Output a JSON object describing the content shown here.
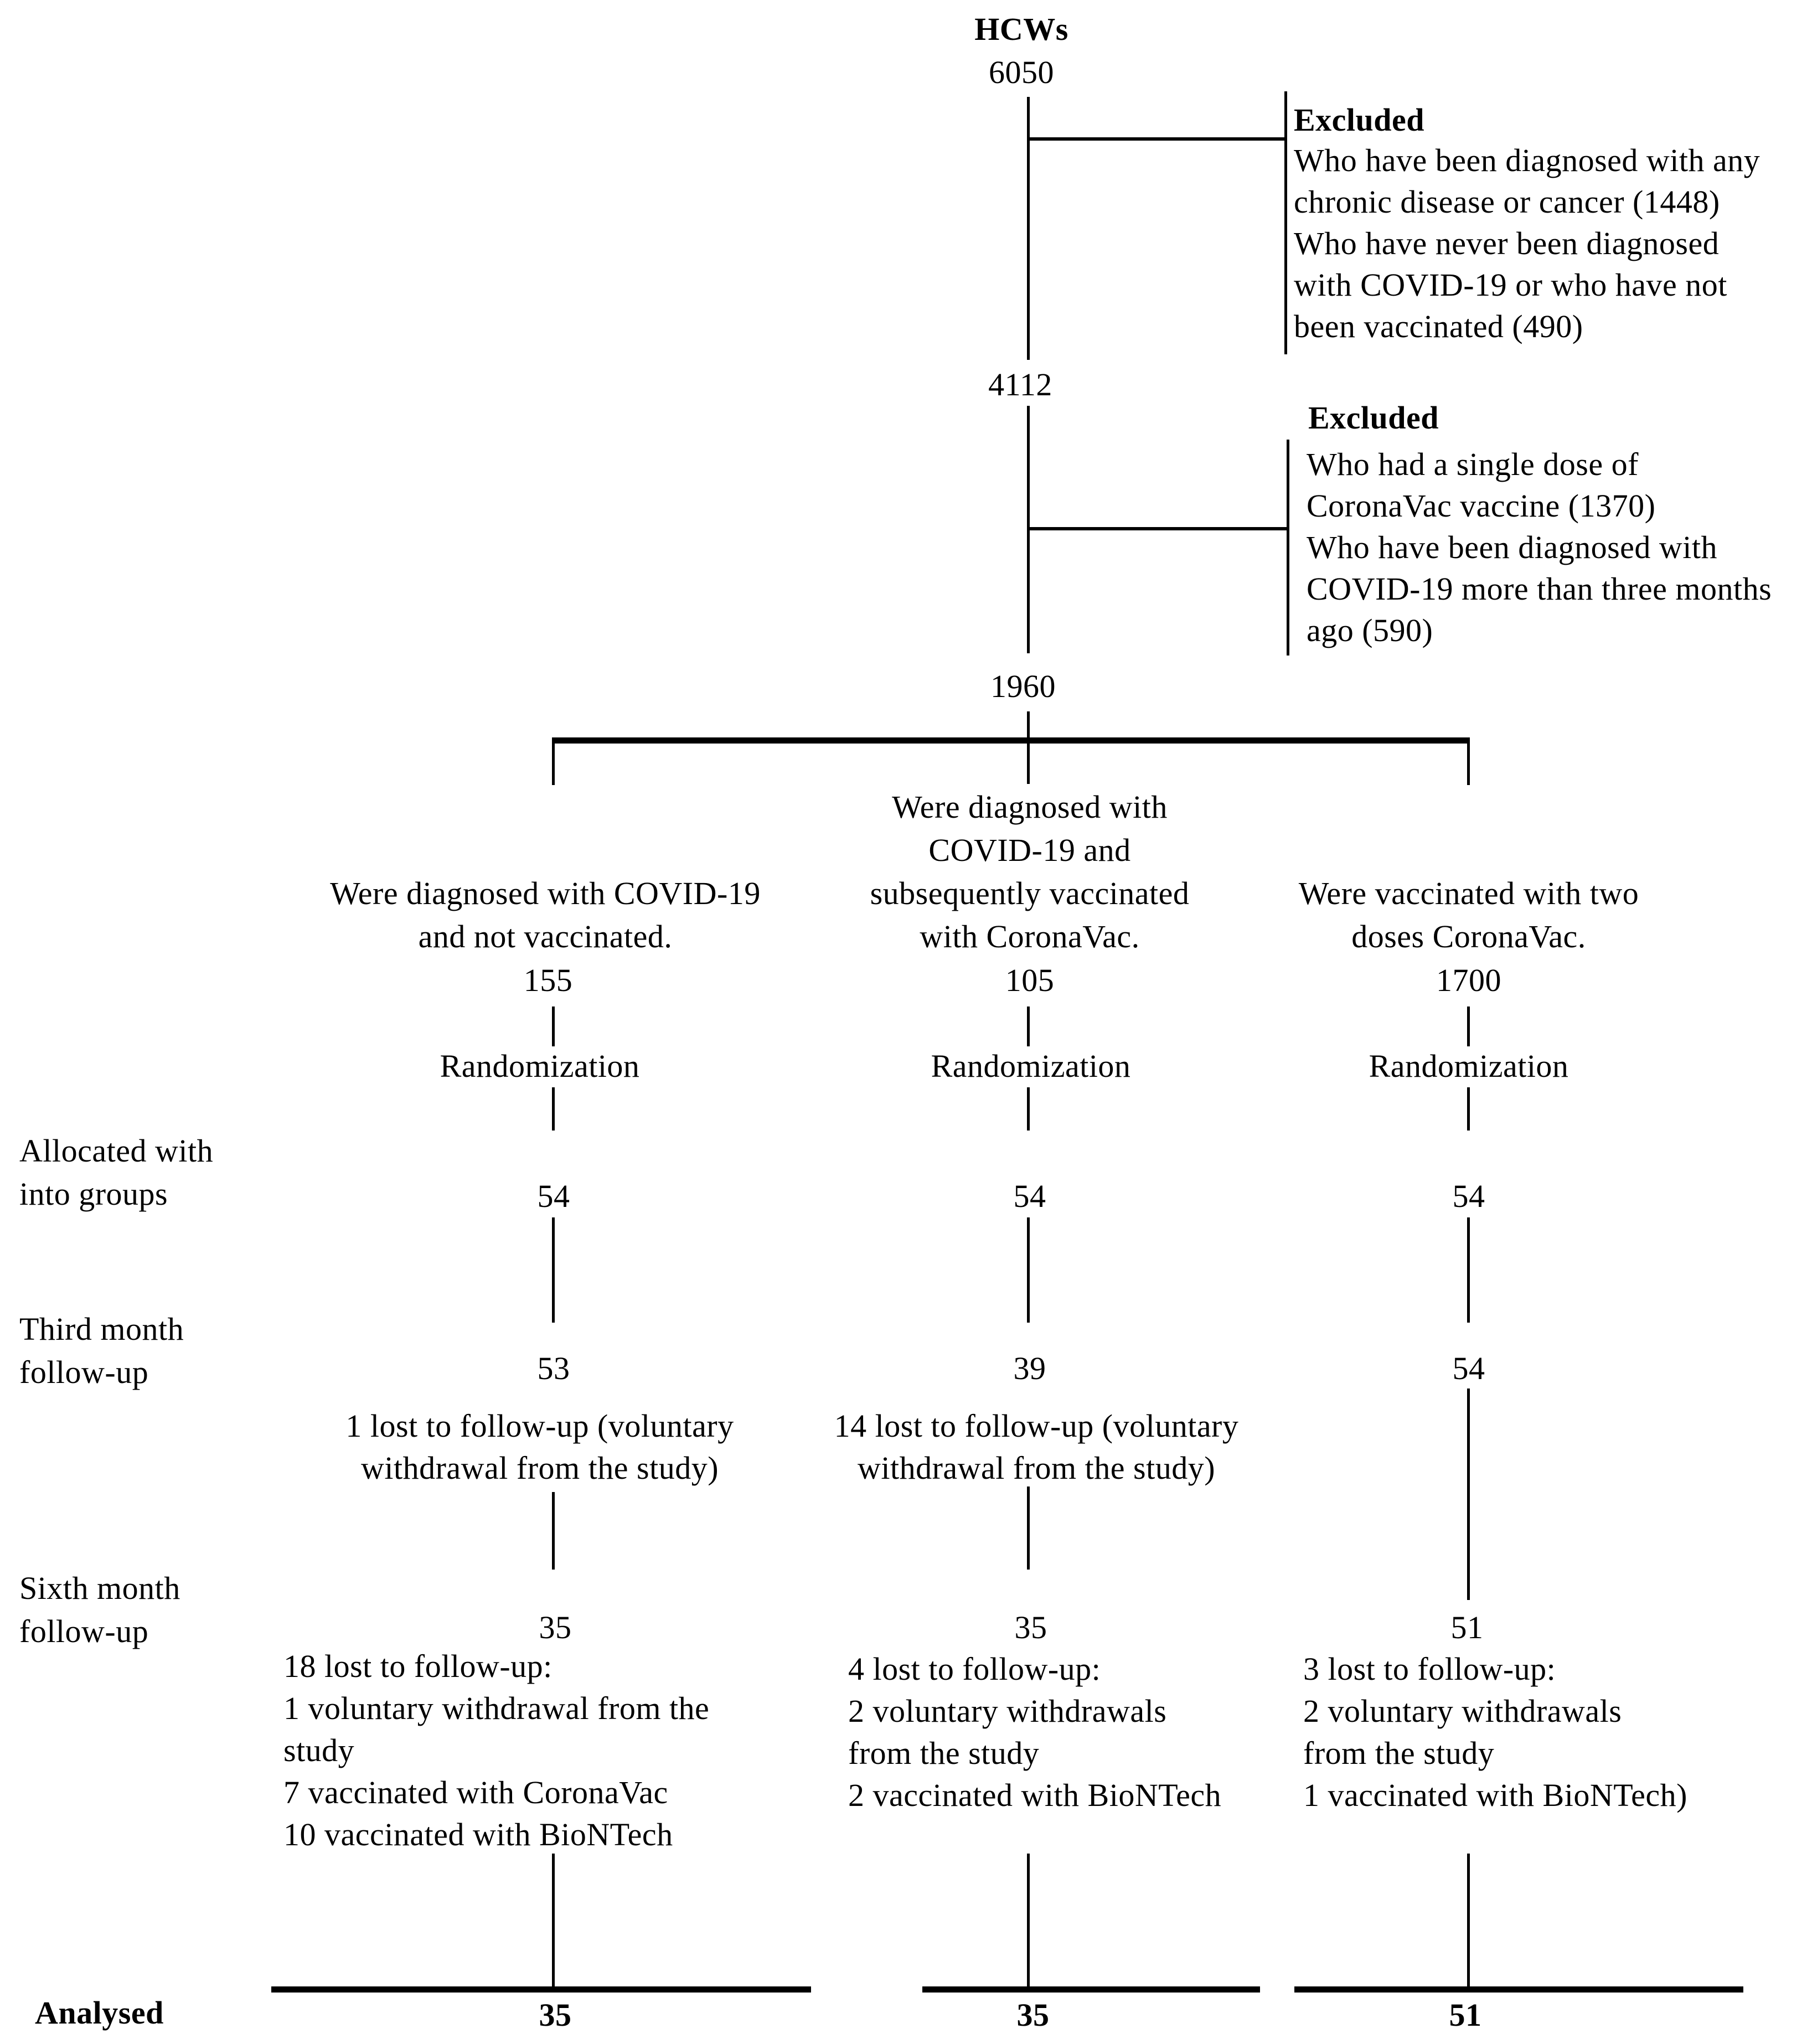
{
  "colors": {
    "ink": "#000000",
    "background": "#ffffff"
  },
  "flowchart": {
    "root": {
      "title": "HCWs",
      "count": "6050"
    },
    "stage2_count": "4112",
    "stage3_count": "1960",
    "excluded1": {
      "heading": "Excluded",
      "lines": [
        "Who have been diagnosed with any",
        "chronic disease or cancer (1448)",
        "Who have never been diagnosed",
        "with COVID-19 or who have not",
        "been vaccinated (490)"
      ]
    },
    "excluded2": {
      "heading": "Excluded",
      "lines": [
        "Who had a single dose of",
        "CoronaVac vaccine (1370)",
        "Who have been diagnosed with",
        "COVID-19 more than three months",
        "ago (590)"
      ]
    },
    "row_labels": {
      "allocated_line1": "Allocated with",
      "allocated_line2": "into groups",
      "third_line1": "Third month",
      "third_line2": "follow-up",
      "sixth_line1": "Sixth month",
      "sixth_line2": "follow-up",
      "analysed": "Analysed"
    },
    "columns": [
      {
        "label_lines": [
          "Were diagnosed with COVID-19",
          "and not vaccinated."
        ],
        "count": "155",
        "randomization": "Randomization",
        "allocated_count": "54",
        "third_count": "53",
        "third_note_lines": [
          "1 lost to follow-up (voluntary",
          "withdrawal from the study)"
        ],
        "sixth_count": "35",
        "sixth_note_lines": [
          "18 lost to follow-up:",
          "1 voluntary withdrawal from the",
          "study",
          "7 vaccinated with CoronaVac",
          "10 vaccinated with BioNTech"
        ],
        "analysed_count": "35"
      },
      {
        "label_lines": [
          "Were diagnosed with",
          "COVID-19 and",
          "subsequently vaccinated",
          "with CoronaVac."
        ],
        "count": "105",
        "randomization": "Randomization",
        "allocated_count": "54",
        "third_count": "39",
        "third_note_lines": [
          "14 lost to follow-up (voluntary",
          "withdrawal from the study)"
        ],
        "sixth_count": "35",
        "sixth_note_lines": [
          "4 lost to follow-up:",
          "2 voluntary withdrawals",
          "from the study",
          "2 vaccinated with BioNTech"
        ],
        "analysed_count": "35"
      },
      {
        "label_lines": [
          "Were vaccinated with two",
          "doses CoronaVac."
        ],
        "count": "1700",
        "randomization": "Randomization",
        "allocated_count": "54",
        "third_count": "54",
        "sixth_count": "51",
        "sixth_note_lines": [
          "3 lost to follow-up:",
          "2 voluntary withdrawals",
          "from the study",
          "1 vaccinated with BioNTech)"
        ],
        "analysed_count": "51"
      }
    ]
  }
}
